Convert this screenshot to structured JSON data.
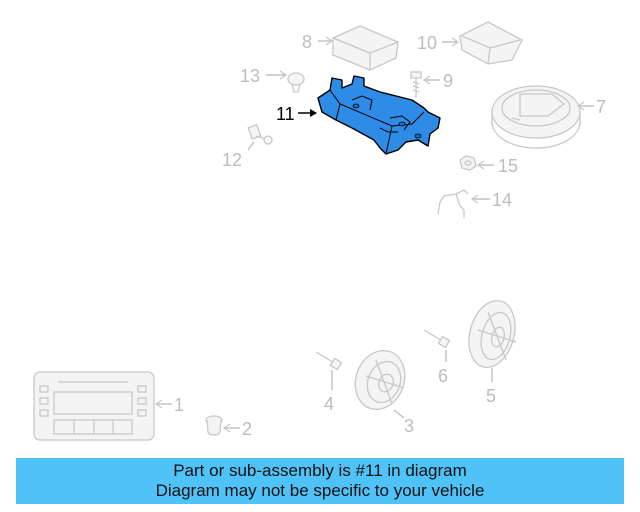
{
  "callouts": {
    "c1": "1",
    "c2": "2",
    "c3": "3",
    "c4": "4",
    "c5": "5",
    "c6": "6",
    "c7": "7",
    "c8": "8",
    "c9": "9",
    "c10": "10",
    "c11": "11",
    "c12": "12",
    "c13": "13",
    "c14": "14",
    "c15": "15"
  },
  "highlight": {
    "part": "11",
    "color": "#2e8be6"
  },
  "banner": {
    "line1": "Part or sub-assembly is #11 in diagram",
    "line2": "Diagram may not be specific to your vehicle",
    "color": "#4fc3f7"
  }
}
